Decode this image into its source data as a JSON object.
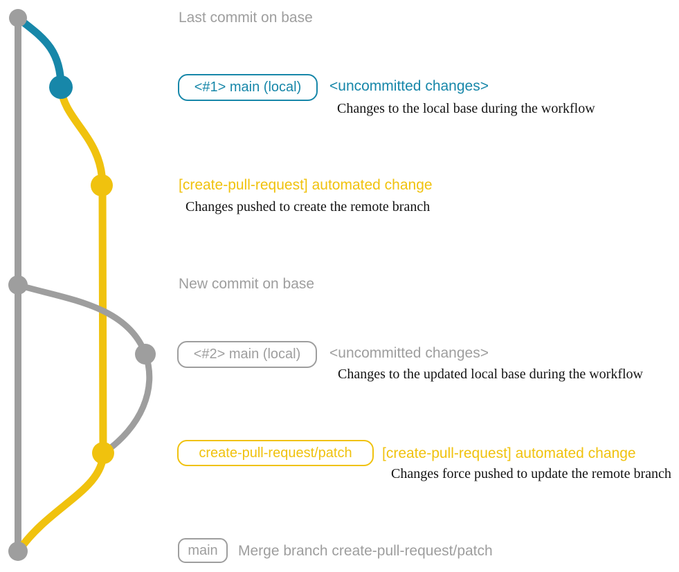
{
  "colors": {
    "gray": "#9e9e9e",
    "teal": "#1787a9",
    "yellow": "#f0c20e",
    "caption": "#141414",
    "background": "#ffffff"
  },
  "graph": {
    "annotations": {
      "last_commit_on_base": "Last commit on base",
      "new_commit_on_base": "New commit on base"
    },
    "row1": {
      "branch_tag": "<#1> main (local)",
      "status": "<uncommitted changes>",
      "caption": "Changes to the local base during the workflow"
    },
    "commit_automated_1": {
      "message": "[create-pull-request] automated change",
      "caption": "Changes pushed to create the remote branch"
    },
    "row2": {
      "branch_tag": "<#2> main (local)",
      "status": "<uncommitted changes>",
      "caption": "Changes to the updated local base during the workflow"
    },
    "row3": {
      "branch_tag": "create-pull-request/patch",
      "message": "[create-pull-request] automated change",
      "caption": "Changes force pushed to update the remote branch"
    },
    "row4": {
      "branch_tag": "main",
      "message": "Merge branch create-pull-request/patch"
    }
  }
}
